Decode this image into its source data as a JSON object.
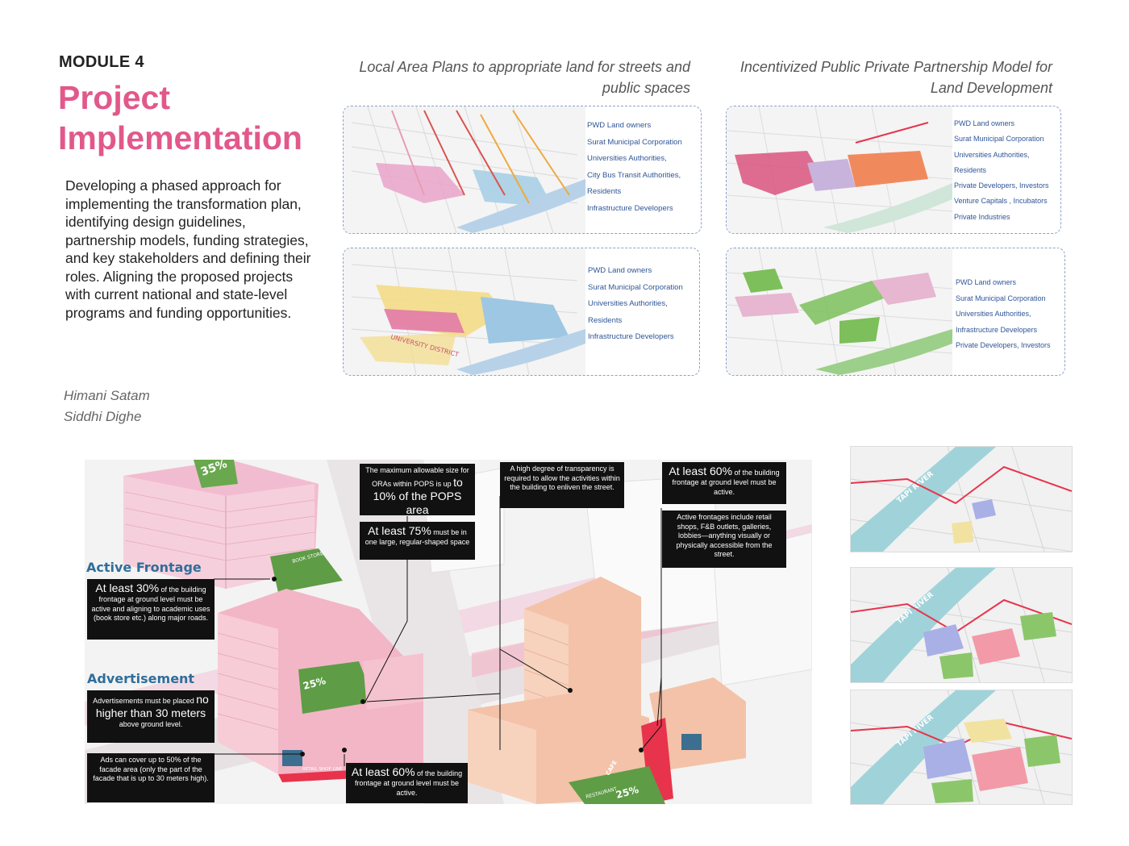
{
  "header": {
    "module": "MODULE 4",
    "title": "Project Implementation",
    "description": "Developing  a phased approach for implementing the transformation plan, identifying design guidelines, partnership models, funding strategies, and key stakeholders and defining their roles. Aligning the proposed projects with current national and state-level programs and funding opportunities.",
    "authors": [
      "Himani Satam",
      "Siddhi Dighe"
    ]
  },
  "sections": {
    "local_area_plans": "Local Area Plans to appropriate land for streets and public spaces",
    "ppp_model": "Incentivized Public Private Partnership Model for Land Development"
  },
  "panels": {
    "lap_top": [
      "PWD Land owners",
      "Surat Municipal Corporation",
      "Universities Authorities,",
      "City Bus Transit Authorities,",
      "Residents",
      "Infrastructure Developers"
    ],
    "lap_bottom": [
      "PWD Land owners",
      "Surat Municipal Corporation",
      "Universities Authorities,",
      "Residents",
      "Infrastructure Developers"
    ],
    "ppp_top": [
      "PWD Land owners",
      "Surat Municipal Corporation",
      "Universities Authorities,",
      "Residents",
      "Private Developers, Investors",
      "Venture Capitals , Incubators",
      "Private Industries"
    ],
    "ppp_bottom": [
      "PWD Land owners",
      "Surat Municipal Corporation",
      "Universities Authorities,",
      "Infrastructure Developers",
      "Private Developers, Investors"
    ],
    "map_label": "UNIVERSITY DISTRICT"
  },
  "guidelines": {
    "active_frontage_label": "Active Frontage",
    "advertisement_label": "Advertisement",
    "af30": {
      "big": "At least 30%",
      "rest": " of the building frontage at ground level must be active and aligning to academic uses (book store etc.) along major roads."
    },
    "adv30": {
      "pre": "Advertisements must be placed ",
      "big": "no higher than 30 meters",
      "post": " above ground level."
    },
    "adv50": "Ads can cover up to 50% of the facade area (only the part of the facade that is up to 30 meters high).",
    "ora": {
      "pre": "The maximum allowable size for ORAs within POPS is up ",
      "big": "to 10% of the POPS area"
    },
    "pops75": {
      "big": "At least 75%",
      "rest": " must be in one large, regular-shaped space"
    },
    "transparency": "A high degree of transparency is required to allow the activities within the building to enliven the street.",
    "af60_right": {
      "big": "At least 60%",
      "rest": " of the building frontage at ground level must be active."
    },
    "active_list": "Active frontages include retail shops, F&B outlets, galleries, lobbies—anything visually or physically accessible from the street.",
    "af60_bottom": {
      "big": "At least 60%",
      "rest": " of the building frontage at ground level must be active."
    },
    "pct35": "35%",
    "pct25a": "25%",
    "pct25b": "25%",
    "book_store": "BOOK STORE",
    "retail": "RETAIL SHOP LINE",
    "cafe": "CAFE",
    "restaurant": "RESTAURANT"
  },
  "thumbs": {
    "river": "TAPI RIVER"
  },
  "colors": {
    "accent": "#e2588a",
    "stakeholder_text": "#2f5597",
    "frame": "#8aa3c9"
  }
}
